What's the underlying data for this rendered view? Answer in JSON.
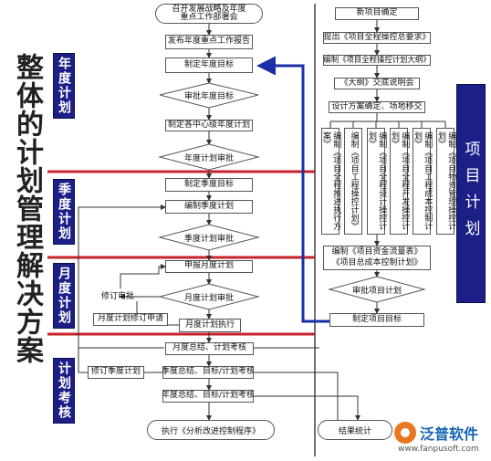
{
  "colors": {
    "phase_bg": "#1b1f86",
    "divider": "#c8222b",
    "arrow_blue": "#1a2ea8",
    "accent_orange": "#e87722",
    "brand_text": "#1463b2"
  },
  "main_title": "整体的计划管理解决方案",
  "phases": {
    "annual": "年度计划",
    "quarterly": "季度计划",
    "monthly": "月度计划",
    "assessment": "计划考核"
  },
  "project_label": "项目计划",
  "left": {
    "n01": "召开发展战略及年度\n重点工作部署会",
    "n02": "发布年度重点工作报告",
    "n03": "制定年度目标",
    "n04": "审批年度目标",
    "n05": "制定各中心级年度计划",
    "n06": "年度计划审批",
    "n07": "制定季度目标",
    "n08": "编制季度计划",
    "n09": "季度计划审批",
    "n10": "申报月度计划",
    "n11": "修订审批",
    "n12": "月度计划审批",
    "n13": "月度计划修订申请",
    "n14": "月度计划执行",
    "n15": "月度总结、计划考核",
    "n16": "修订季度计划",
    "n17": "季度总结、目标/计划考核",
    "n18": "年度总结、目标/计划考核",
    "n19": "执行《分析改进控制程序》"
  },
  "right": {
    "r01": "新项目确定",
    "r02": "提出《项目全程操控总要求》",
    "r03": "编制《项目全程操控计划大纲》",
    "r04": "《大纲》交底说明会",
    "r05": "设计方案确定、场地移交",
    "col1": "编制《项目全程推进执行方案》",
    "col2": "编制《项目工程操控计划》",
    "col3": "编制《项目全程设计操控计划》",
    "col4": "编制《项目全程开发操控计划》",
    "col5": "编制《项目工程成本控制计划》",
    "col6": "编制《项目物资管理操控计划》",
    "r06": "编制《项目资金流量表》",
    "r07": "《项目总成本控制计划》",
    "r08": "审批项目计划",
    "r09": "制定项目目标",
    "r10": "结果统计"
  },
  "brand": {
    "name": "泛普软件",
    "url": "www.fanpusoft.com"
  }
}
